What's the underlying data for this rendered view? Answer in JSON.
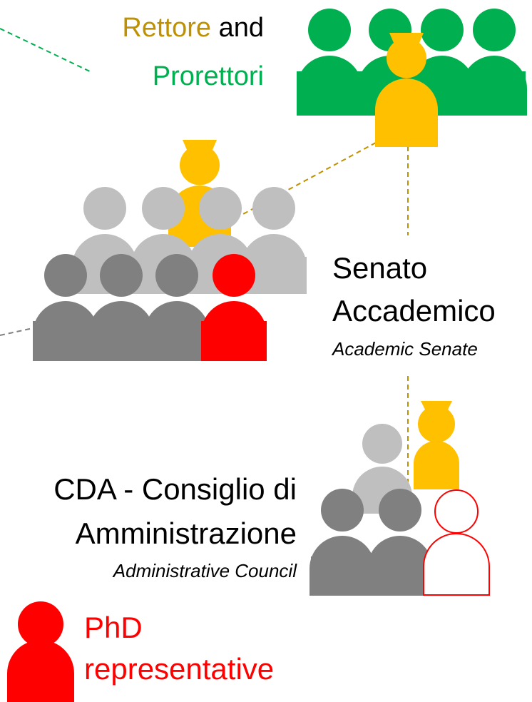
{
  "colors": {
    "rettore": "#BF9000",
    "prorettori": "#00B050",
    "green": "#00B050",
    "gold": "#FFC000",
    "light_gray": "#BFBFBF",
    "dark_gray": "#808080",
    "red": "#FF0000",
    "text": "#000000",
    "connector_gold": "#BF9000",
    "connector_gray": "#808080"
  },
  "leadership": {
    "rettore_label": "Rettore",
    "and_label": "and",
    "prorettori_label": "Prorettori"
  },
  "senate": {
    "name_line1": "Senato",
    "name_line2": "Accademico",
    "english": "Academic Senate"
  },
  "council": {
    "name_line1": "CDA - Consiglio di",
    "name_line2": "Amministrazione",
    "english": "Administrative Council"
  },
  "legend": {
    "phd_line1": "PhD",
    "phd_line2": "representative"
  },
  "icons": {
    "leadership_group": "people-group-icon",
    "senate_group": "people-group-icon",
    "council_group": "people-group-icon",
    "legend": "person-icon"
  }
}
